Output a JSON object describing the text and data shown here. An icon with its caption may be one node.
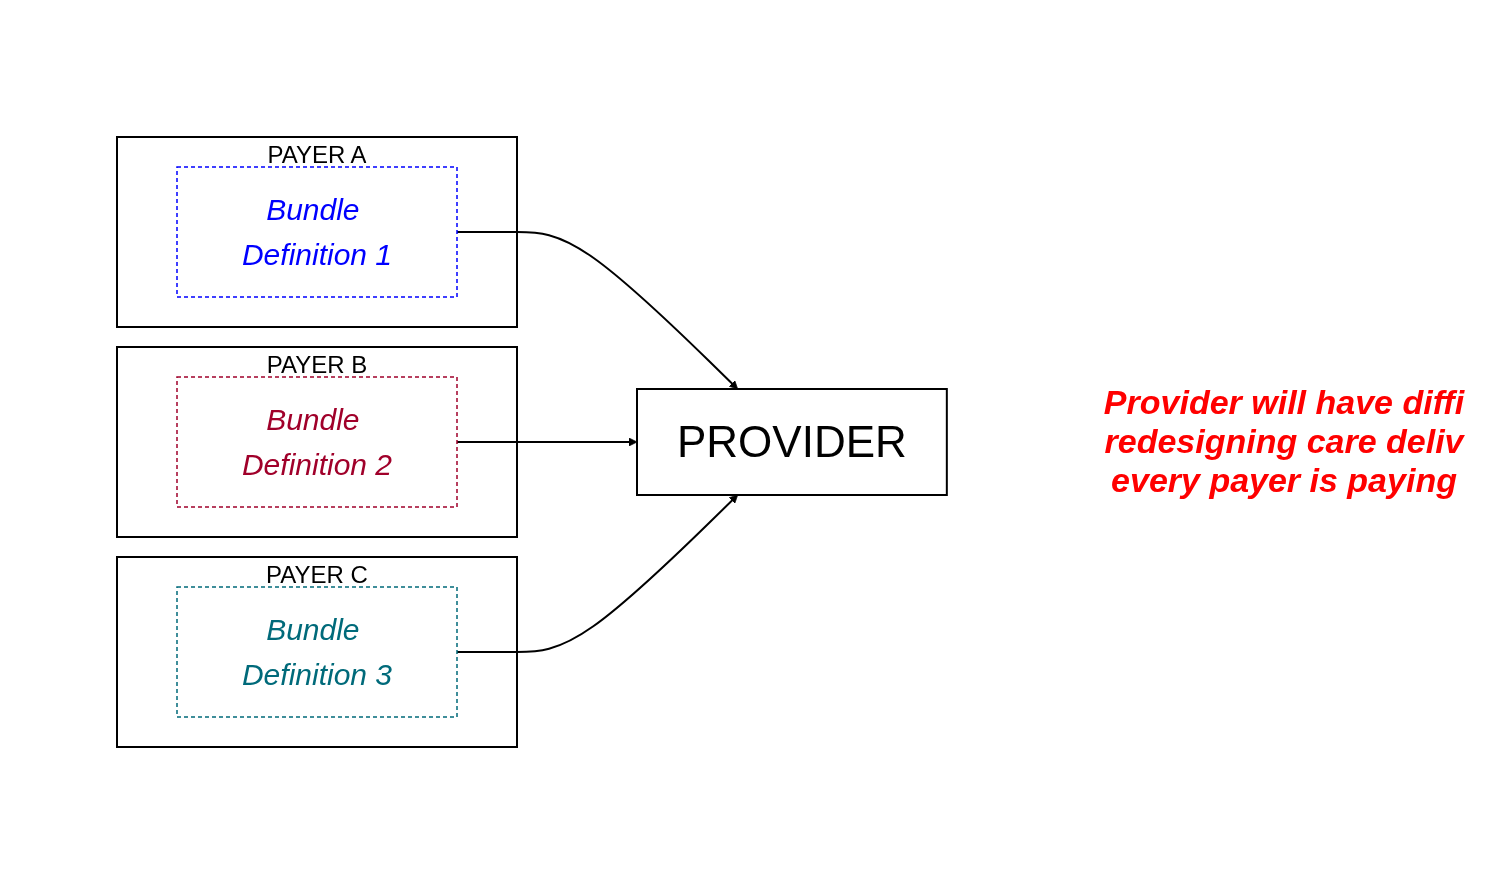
{
  "diagram": {
    "nodes": [
      {
        "text": [
          "PAYER A"
        ]
      },
      {
        "text": [
          "Bundle Definition 1"
        ],
        "in": 0
      },
      {
        "text": [
          "PAYER B"
        ]
      },
      {
        "text": [
          "Bundle Definition 2"
        ],
        "in": 2
      },
      {
        "text": [
          "PAYER C"
        ]
      },
      {
        "text": [
          "Bundle Definition 3"
        ],
        "in": 4
      },
      {
        "text": [
          "PROVIDER"
        ]
      }
    ],
    "edges": [
      {
        "from": 1,
        "to": 6,
        "arrow": "to"
      },
      {
        "from": 3,
        "to": 6,
        "arrow": "to"
      },
      {
        "from": 5,
        "to": 6,
        "arrow": "to"
      }
    ],
    "labels": [
      "Provider will have diffi redesigning care deliv every payer is paying"
    ]
  }
}
